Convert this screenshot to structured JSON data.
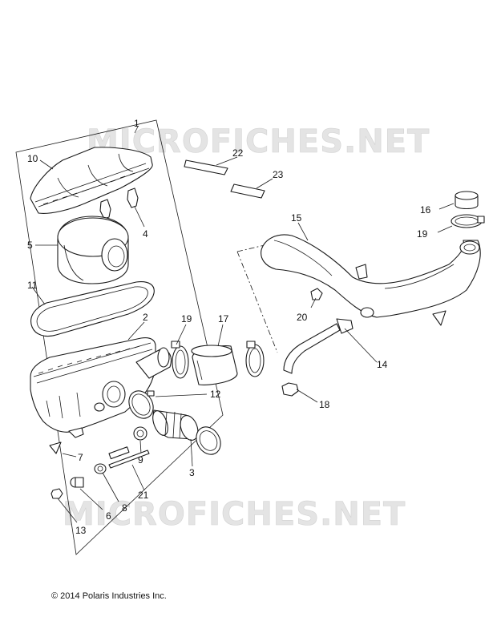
{
  "watermark": {
    "top": "MICROFICHES.NET",
    "bottom": "MICROFICHES.NET"
  },
  "callouts": {
    "c1": "1",
    "c2": "2",
    "c3": "3",
    "c4": "4",
    "c5": "5",
    "c6": "6",
    "c7": "7",
    "c8": "8",
    "c9": "9",
    "c10": "10",
    "c11": "11",
    "c12": "12",
    "c13": "13",
    "c14": "14",
    "c15": "15",
    "c16": "16",
    "c17": "17",
    "c18": "18",
    "c19a": "19",
    "c19b": "19",
    "c20": "20",
    "c21": "21",
    "c22": "22",
    "c23": "23"
  },
  "footer": {
    "copyright": "© 2014 Polaris Industries Inc."
  }
}
